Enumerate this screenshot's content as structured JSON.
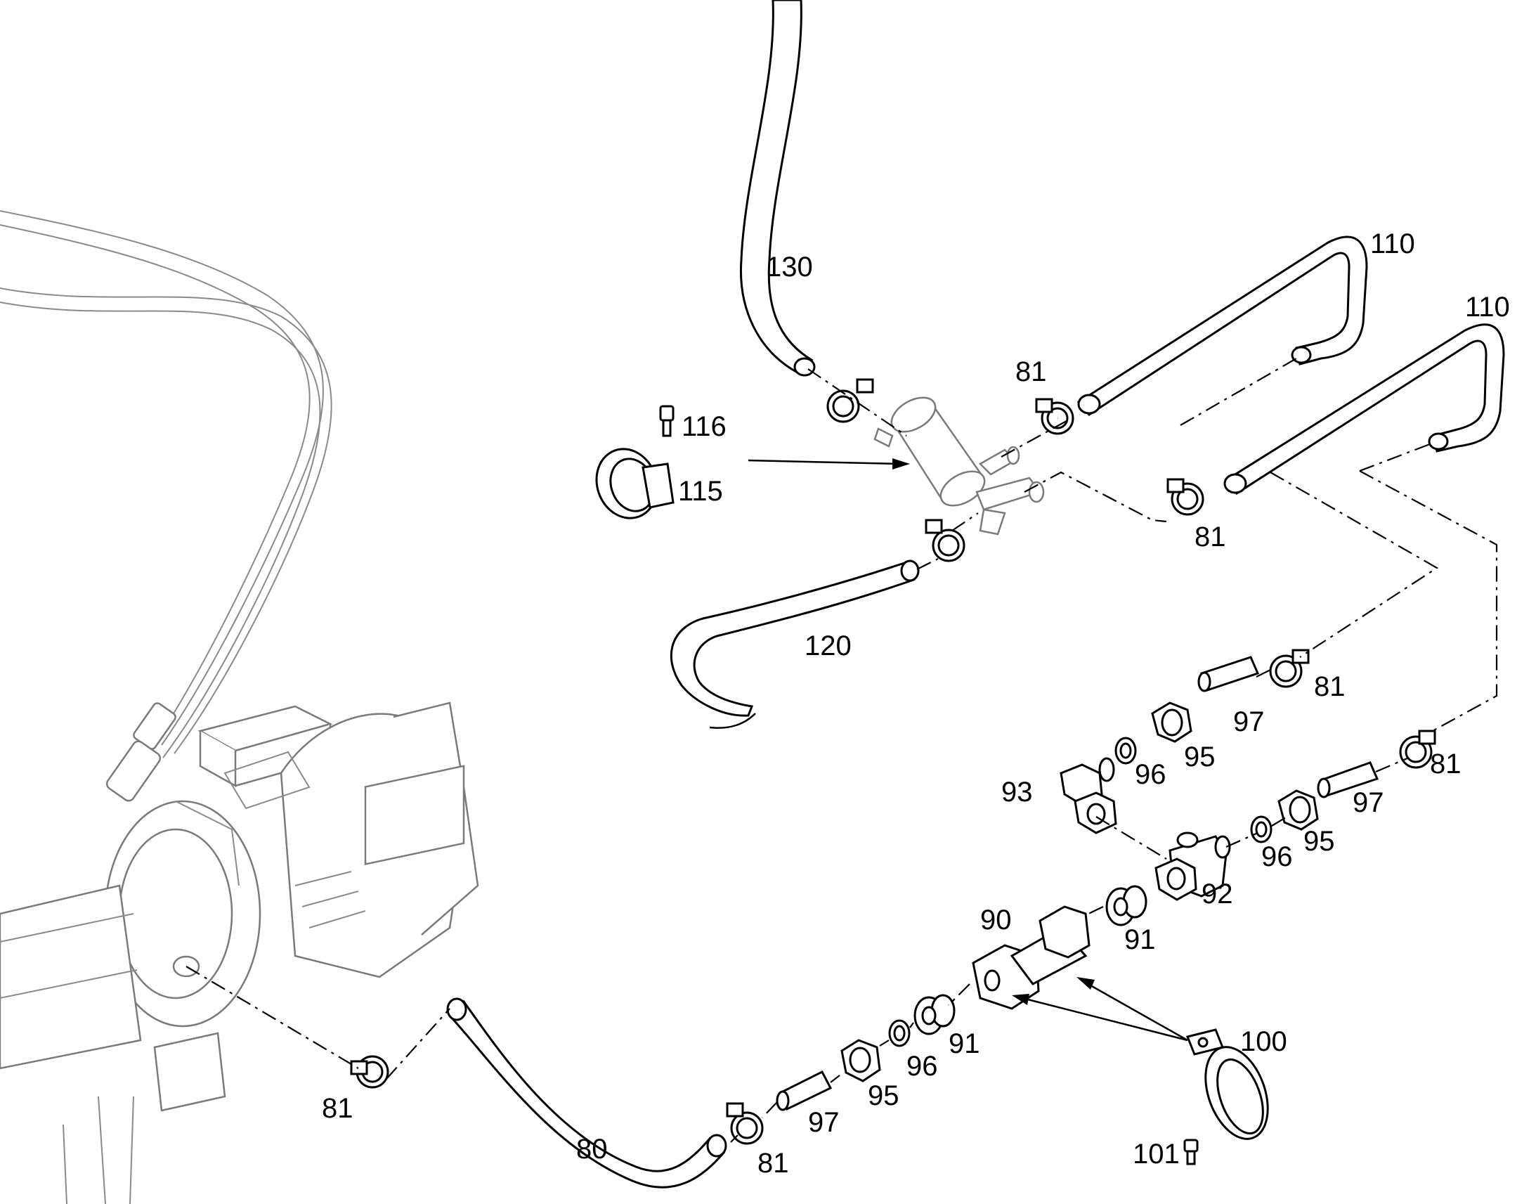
{
  "diagram": {
    "callouts": {
      "hose_top": "130",
      "hose_upper_right_a": "110",
      "hose_upper_right_b": "110",
      "clip_top": "81",
      "screw_116": "116",
      "grommet_115": "115",
      "clip_mid_right": "81",
      "hose_120": "120",
      "clip_right_a": "81",
      "sleeve_97_a": "97",
      "nut_95_a": "95",
      "ring_96_a": "96",
      "elbow_93": "93",
      "clip_right_b": "81",
      "sleeve_97_b": "97",
      "nut_95_b": "95",
      "ring_96_b": "96",
      "tee_92": "92",
      "fitting_90": "90",
      "union_91_a": "91",
      "union_91_b": "91",
      "ring_96_c": "96",
      "nut_95_c": "95",
      "sleeve_97_c": "97",
      "clip_81_bottom": "81",
      "hose_80": "80",
      "clip_81_left": "81",
      "strap_100": "100",
      "screw_101": "101"
    }
  }
}
